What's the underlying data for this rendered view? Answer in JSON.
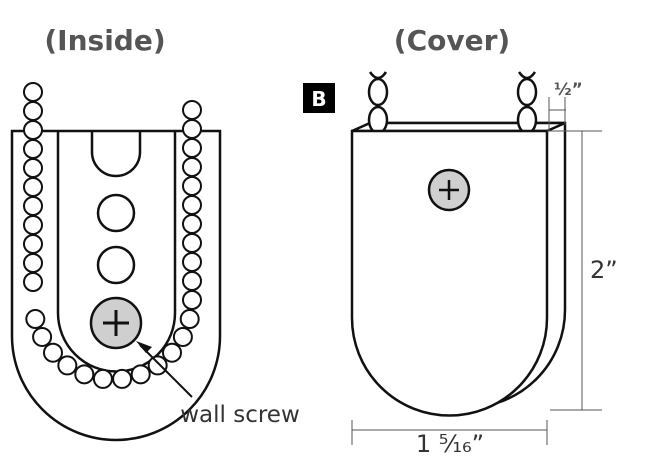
{
  "titles": {
    "inside": "(Inside)",
    "cover": "(Cover)"
  },
  "badge": "B",
  "labels": {
    "wall_screw": "wall screw",
    "half_inch": "½”",
    "height": "2”",
    "width": "1 ⁵⁄₁₆”"
  },
  "colors": {
    "stroke": "#111111",
    "screw_fill": "#cfcfcf",
    "dim": "#555555",
    "title": "#555555"
  }
}
